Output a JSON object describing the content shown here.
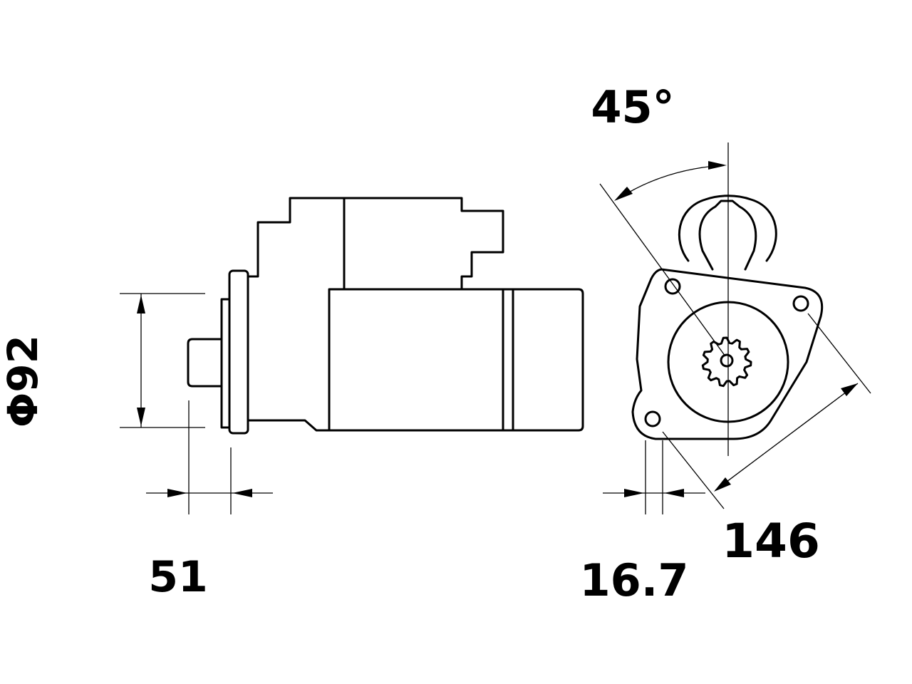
{
  "dimensions": {
    "diameter": "Φ92",
    "flange_offset": "51",
    "mount_offset": "16.7",
    "bolt_span": "146",
    "angle": "45°"
  },
  "colors": {
    "line": "#000000",
    "background": "#ffffff"
  }
}
